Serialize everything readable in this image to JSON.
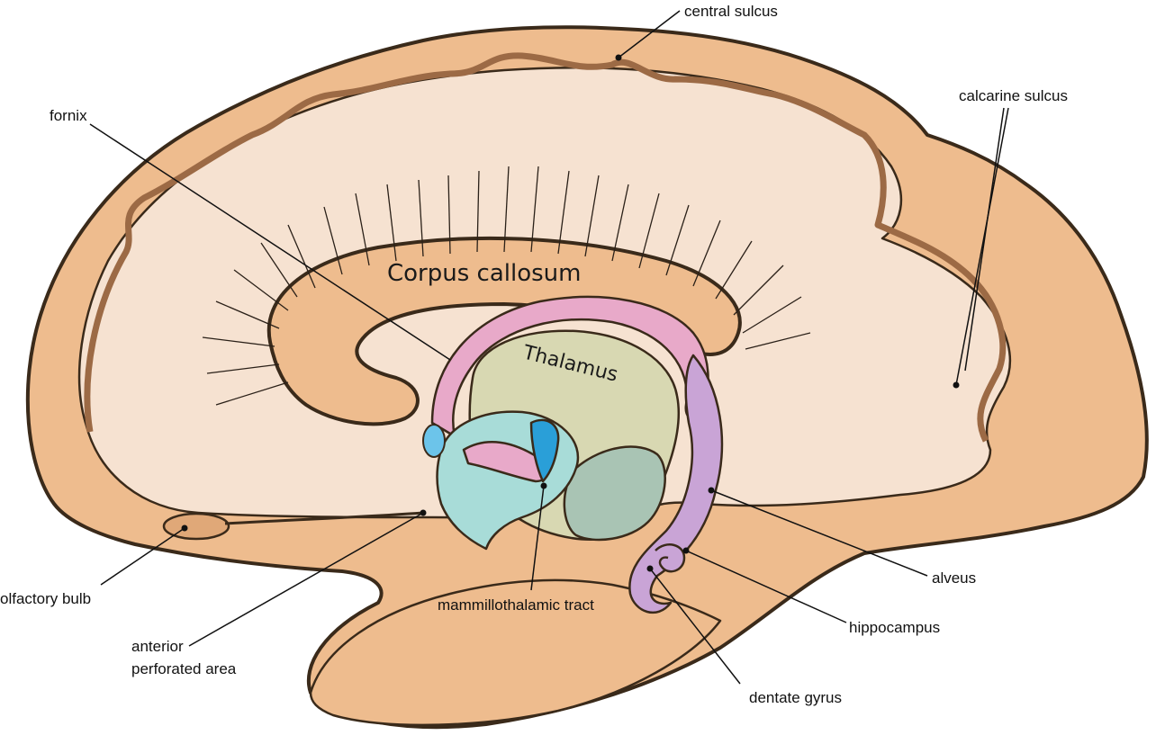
{
  "labels": {
    "central_sulcus": "central sulcus",
    "calcarine_sulcus": "calcarine sulcus",
    "fornix": "fornix",
    "corpus_callosum": "Corpus callosum",
    "thalamus": "Thalamus",
    "alveus": "alveus",
    "hippocampus": "hippocampus",
    "dentate_gyrus": "dentate gyrus",
    "mammillothalamic_tract": "mammillothalamic tract",
    "olfactory_bulb": "olfactory bulb",
    "anterior_perforated_area_line1": "anterior",
    "anterior_perforated_area_line2": "perforated area"
  },
  "colors": {
    "cortex": "#eebc8e",
    "white_matter": "#f6e2d1",
    "sulcus_line": "#9c6a45",
    "outline": "#3a2a1a",
    "fornix_pink": "#e8a9c9",
    "thalamus_green": "#d8d8b2",
    "hypothalamus_teal": "#a8dcd8",
    "mammillothalamic_blue": "#2a9fd8",
    "hippocampus_purple": "#c9a4d6",
    "gray_green": "#a9c4b4"
  }
}
